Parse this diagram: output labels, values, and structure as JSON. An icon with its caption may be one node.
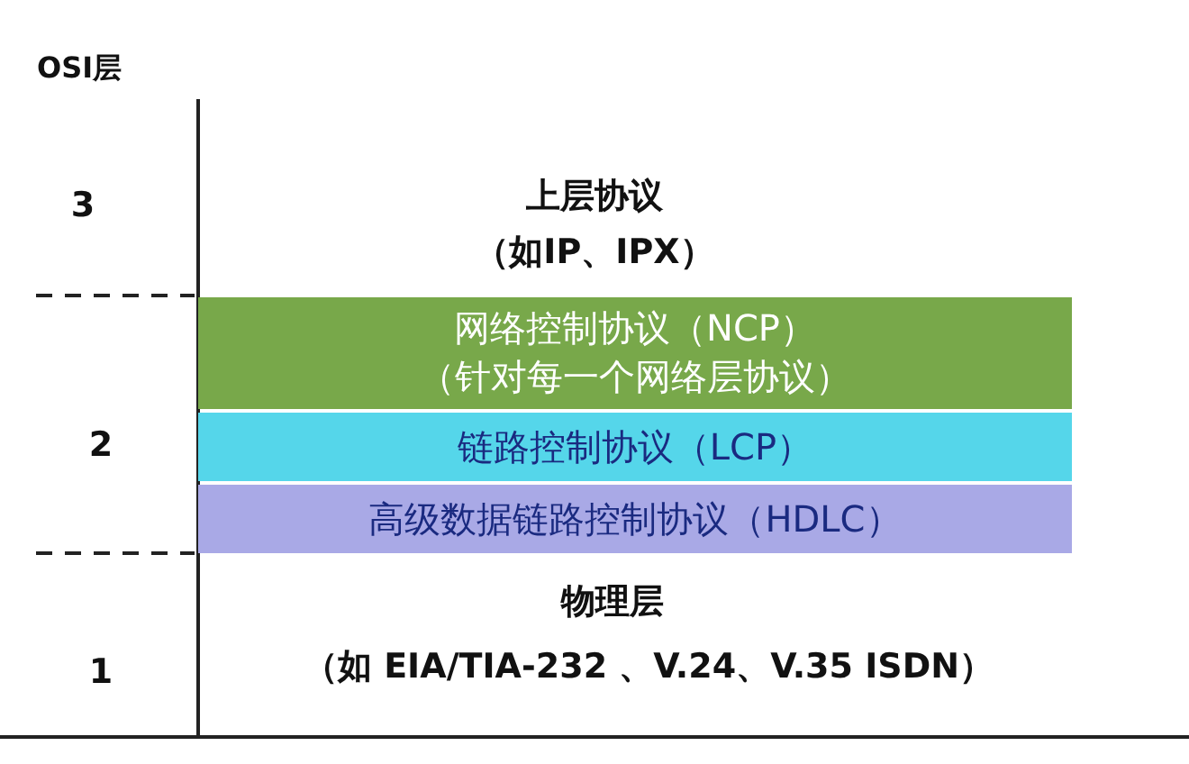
{
  "diagram": {
    "nodes": [
      {
        "text": [
          "网络控制协议（NCP）",
          "（针对每一个网络层协议）"
        ]
      },
      {
        "text": [
          "链路控制协议（LCP）"
        ]
      },
      {
        "text": [
          "高级数据链路控制协议（HDLC）"
        ]
      }
    ],
    "labels": [
      "OSI层",
      "3",
      "上层协议",
      "（如IP、IPX）",
      "2",
      "1",
      "物理层",
      "（如 EIA/TIA-232 、V.24、V.35 ISDN）"
    ]
  }
}
